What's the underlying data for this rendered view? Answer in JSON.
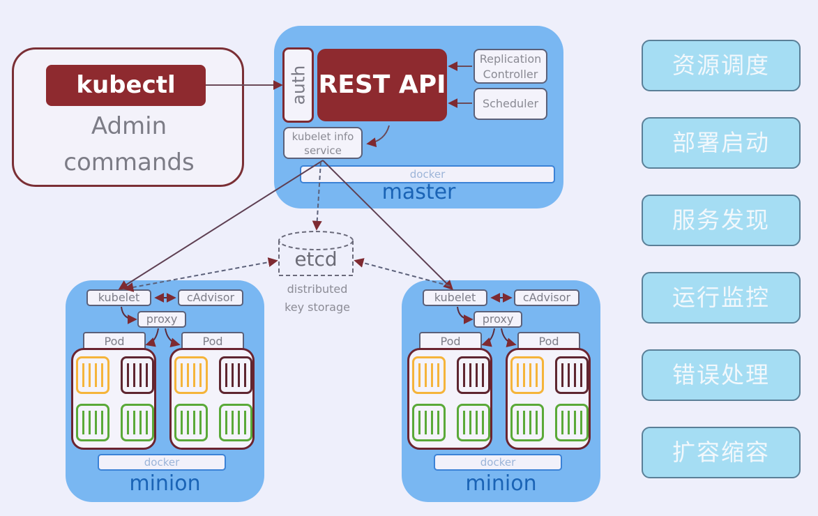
{
  "admin": {
    "kubectl_label": "kubectl",
    "description_line1": "Admin",
    "description_line2": "commands"
  },
  "master": {
    "auth_label": "auth",
    "rest_api_label": "REST API",
    "replication_controller_label": "Replication Controller",
    "scheduler_label": "Scheduler",
    "kubelet_info_service_label": "kubelet info service",
    "docker_label": "docker",
    "node_label": "master"
  },
  "etcd": {
    "label": "etcd",
    "description_line1": "distributed",
    "description_line2": "key storage"
  },
  "minions": [
    {
      "kubelet_label": "kubelet",
      "cadvisor_label": "cAdvisor",
      "proxy_label": "proxy",
      "pods": [
        {
          "label": "Pod",
          "containers": [
            "orange",
            "dark",
            "green",
            "green"
          ]
        },
        {
          "label": "Pod",
          "containers": [
            "orange",
            "dark",
            "green",
            "green"
          ]
        }
      ],
      "docker_label": "docker",
      "node_label": "minion"
    },
    {
      "kubelet_label": "kubelet",
      "cadvisor_label": "cAdvisor",
      "proxy_label": "proxy",
      "pods": [
        {
          "label": "Pod",
          "containers": [
            "orange",
            "dark",
            "green",
            "green"
          ]
        },
        {
          "label": "Pod",
          "containers": [
            "orange",
            "dark",
            "green",
            "green"
          ]
        }
      ],
      "docker_label": "docker",
      "node_label": "minion"
    }
  ],
  "features": [
    {
      "label": "资源调度"
    },
    {
      "label": "部署启动"
    },
    {
      "label": "服务发现"
    },
    {
      "label": "运行监控"
    },
    {
      "label": "错误处理"
    },
    {
      "label": "扩容缩容"
    }
  ],
  "colors": {
    "background": "#eeeffb",
    "node_blue": "#79b7f2",
    "brand_red": "#8e2a2f",
    "container_orange": "#f5b43a",
    "container_dark": "#5e2630",
    "container_green": "#5aa938",
    "feature_fill": "#a5ddf3",
    "node_label_blue": "#1a63b5"
  }
}
